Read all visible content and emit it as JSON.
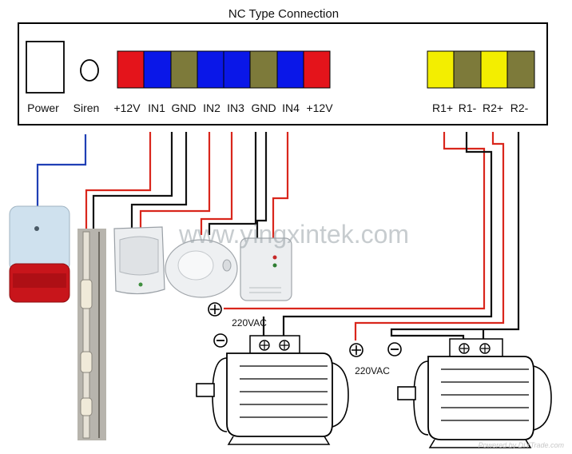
{
  "title": "NC Type Connection",
  "panel": {
    "power_label": "Power",
    "siren_label": "Siren",
    "left_terminals": [
      {
        "label": "+12V",
        "color": "#e4141b"
      },
      {
        "label": "IN1",
        "color": "#0a17e8"
      },
      {
        "label": "GND",
        "color": "#7d7a3a"
      },
      {
        "label": "IN2",
        "color": "#0a17e8"
      },
      {
        "label": "IN3",
        "color": "#0a17e8"
      },
      {
        "label": "GND",
        "color": "#7d7a3a"
      },
      {
        "label": "IN4",
        "color": "#0a17e8"
      },
      {
        "label": "+12V",
        "color": "#e4141b"
      }
    ],
    "right_terminals": [
      {
        "label": "R1+",
        "color": "#f3ee00"
      },
      {
        "label": "R1-",
        "color": "#7d7a3a"
      },
      {
        "label": "R2+",
        "color": "#f3ee00"
      },
      {
        "label": "R2-",
        "color": "#7d7a3a"
      }
    ]
  },
  "motors": [
    {
      "voltage_label": "220VAC"
    },
    {
      "voltage_label": "220VAC"
    }
  ],
  "watermark": "www.yingxintek.com",
  "credit": "Powered by DIYTrade.com",
  "colors": {
    "wire_red": "#d9261c",
    "wire_black": "#111111",
    "wire_blue": "#1f3fb5",
    "siren_top": "#cfe1ee",
    "siren_bottom": "#c8151b"
  }
}
